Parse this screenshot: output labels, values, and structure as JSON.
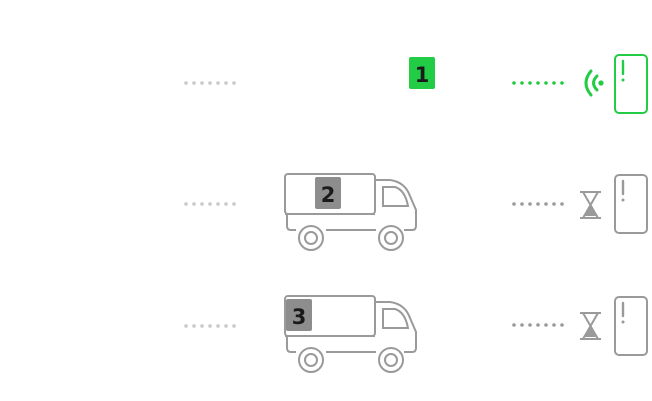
{
  "rows": [
    {
      "badge": "1",
      "state": "delivered",
      "vehicle": "none",
      "status_icon": "wifi-signal-icon",
      "device_icon": "phone-alert-icon",
      "color": "#22cc44"
    },
    {
      "badge": "2",
      "state": "in-transit",
      "vehicle": "truck-icon",
      "status_icon": "hourglass-icon",
      "device_icon": "phone-alert-icon",
      "color": "#9a9a9a"
    },
    {
      "badge": "3",
      "state": "in-transit",
      "vehicle": "truck-icon",
      "status_icon": "hourglass-icon",
      "device_icon": "phone-alert-icon",
      "color": "#9a9a9a"
    }
  ],
  "colors": {
    "active": "#22cc44",
    "active_dark": "#1aa836",
    "inactive": "#9a9a9a",
    "badge_gray": "#8d8d8d",
    "dots": "#c8c8c8"
  }
}
